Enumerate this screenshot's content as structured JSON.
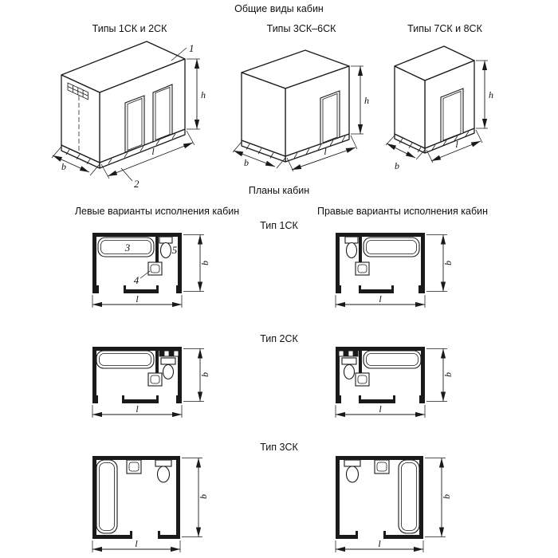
{
  "titles": {
    "general_views": "Общие виды кабин",
    "plans": "Планы кабин",
    "left_variants": "Левые варианты исполнения кабин",
    "right_variants": "Правые варианты исполнения кабин"
  },
  "iso_views": {
    "view1_caption": "Типы 1СК и 2СК",
    "view2_caption": "Типы 3СК–6СК",
    "view3_caption": "Типы 7СК и 8СК"
  },
  "plan_rows": {
    "type1": "Тип 1СК",
    "type2": "Тип 2СК",
    "type3": "Тип 3СК"
  },
  "dim_labels": {
    "height": "h",
    "width": "b",
    "length": "l"
  },
  "callouts": {
    "roof_panel": "1",
    "floor_panel": "2",
    "bathtub": "3",
    "washbasin": "4",
    "toilet": "5"
  },
  "colors": {
    "line": "#1a1a1a",
    "background": "#ffffff"
  }
}
